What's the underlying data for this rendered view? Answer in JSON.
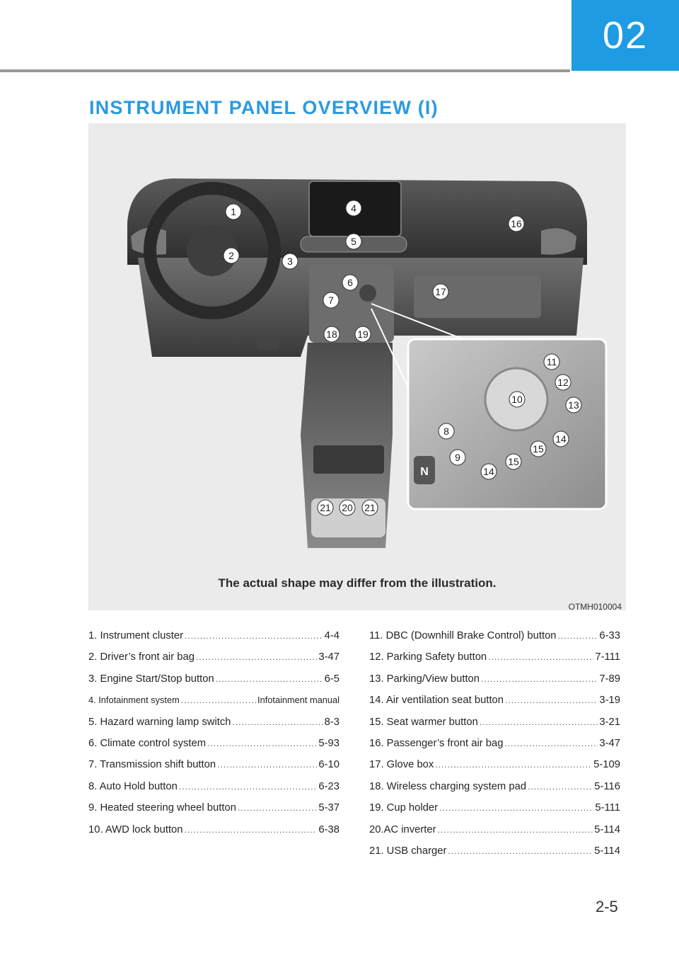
{
  "header": {
    "chapter": "02",
    "title": "INSTRUMENT PANEL OVERVIEW (I)"
  },
  "figure": {
    "caption": "The actual shape may differ from the illustration.",
    "code": "OTMH010004",
    "markers": [
      "1",
      "2",
      "3",
      "4",
      "5",
      "6",
      "7",
      "16",
      "17",
      "18",
      "19",
      "8",
      "9",
      "10",
      "11",
      "12",
      "13",
      "14",
      "14",
      "15",
      "15",
      "20",
      "21",
      "21"
    ],
    "inset_shift_label": "N"
  },
  "left_items": [
    {
      "label": "1.  Instrument cluster",
      "page": "4-4"
    },
    {
      "label": "2.  Driver’s front air bag",
      "page": "3-47"
    },
    {
      "label": "3.  Engine Start/Stop button",
      "page": "6-5"
    },
    {
      "label": "4.  Infotainment system",
      "page": "Infotainment manual"
    },
    {
      "label": "5.  Hazard warning lamp switch",
      "page": "8-3"
    },
    {
      "label": "6.  Climate control system",
      "page": "5-93"
    },
    {
      "label": "7.  Transmission shift button",
      "page": "6-10"
    },
    {
      "label": "8.  Auto Hold button",
      "page": "6-23"
    },
    {
      "label": "9.  Heated steering wheel button",
      "page": "5-37"
    },
    {
      "label": "10. AWD lock button",
      "page": "6-38"
    }
  ],
  "right_items": [
    {
      "label": "11.  DBC (Downhill Brake Control) button",
      "page": "6-33"
    },
    {
      "label": "12. Parking Safety button",
      "page": "7-111"
    },
    {
      "label": "13. Parking/View button",
      "page": "7-89"
    },
    {
      "label": "14. Air ventilation seat button",
      "page": "3-19"
    },
    {
      "label": "15. Seat warmer button",
      "page": "3-21"
    },
    {
      "label": "16. Passenger’s front air bag",
      "page": "3-47"
    },
    {
      "label": "17.  Glove box",
      "page": "5-109"
    },
    {
      "label": "18. Wireless charging system pad",
      "page": "5-116"
    },
    {
      "label": "19. Cup holder",
      "page": "5-111"
    },
    {
      "label": "20.AC inverter",
      "page": "5-114"
    },
    {
      "label": "21.  USB charger",
      "page": "5-114"
    }
  ],
  "footer": {
    "page_number": "2-5"
  }
}
